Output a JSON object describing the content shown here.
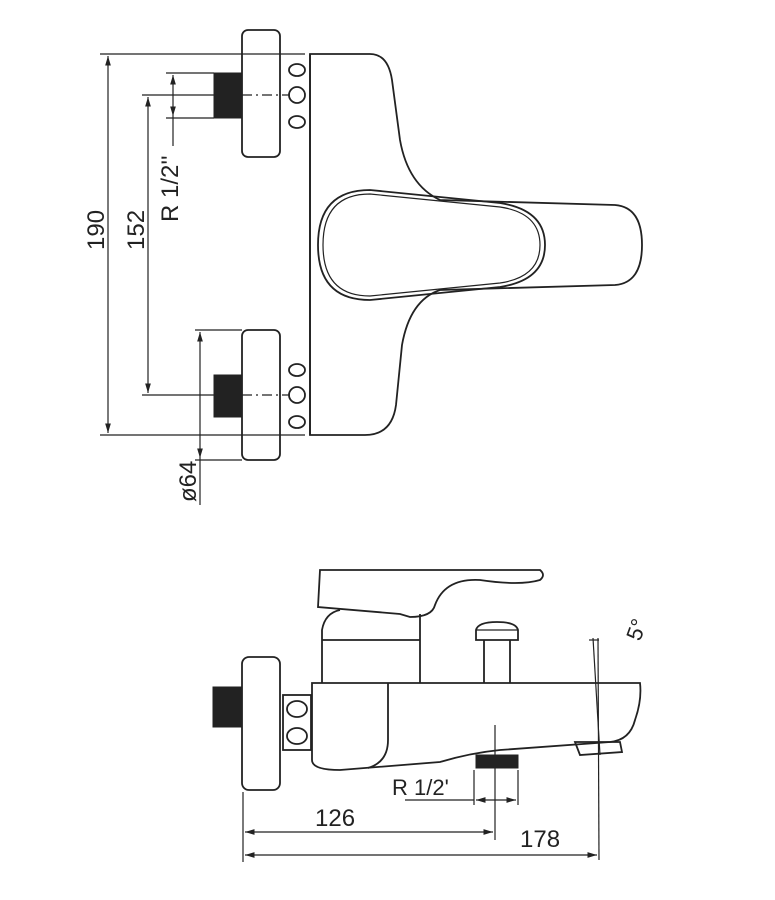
{
  "top_view": {
    "dims": {
      "overall_height": "190",
      "inlet_spacing": "152",
      "inlet_thread": "R 1/2''",
      "flange_diameter": "ø64"
    }
  },
  "side_view": {
    "dims": {
      "outlet_thread": "R 1/2'",
      "outlet_distance": "126",
      "overall_projection": "178",
      "spout_angle": "5°"
    }
  },
  "colors": {
    "line": "#222222",
    "background": "#ffffff"
  }
}
